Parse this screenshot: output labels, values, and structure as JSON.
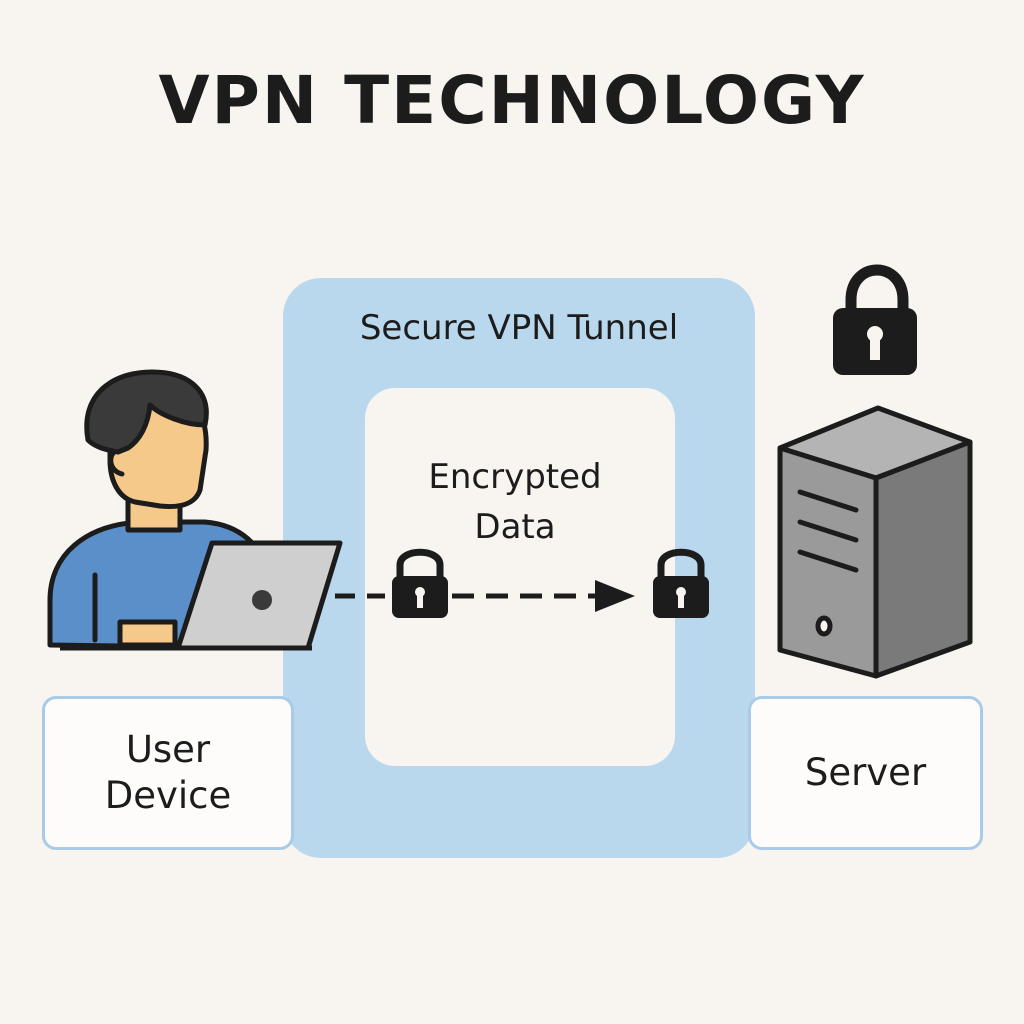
{
  "title": "VPN TECHNOLOGY",
  "tunnel": {
    "label": "Secure VPN Tunnel",
    "inner_label_line1": "Encrypted",
    "inner_label_line2": "Data"
  },
  "user": {
    "label_line1": "User",
    "label_line2": "Device"
  },
  "server": {
    "label": "Server"
  },
  "colors": {
    "background": "#f8f5f0",
    "tunnel": "#b9d8ee",
    "box_border": "#a9cbe8",
    "shirt": "#5b8fc9",
    "skin": "#f5c98a",
    "hair": "#3a3a3a",
    "laptop": "#cfcfcf",
    "server_front": "#9a9a9a",
    "server_side": "#7a7a7a",
    "server_top": "#b4b4b4",
    "outline": "#1c1c1c"
  },
  "icons": [
    "person-icon",
    "laptop-icon",
    "padlock-icon",
    "server-icon",
    "arrow-icon"
  ]
}
